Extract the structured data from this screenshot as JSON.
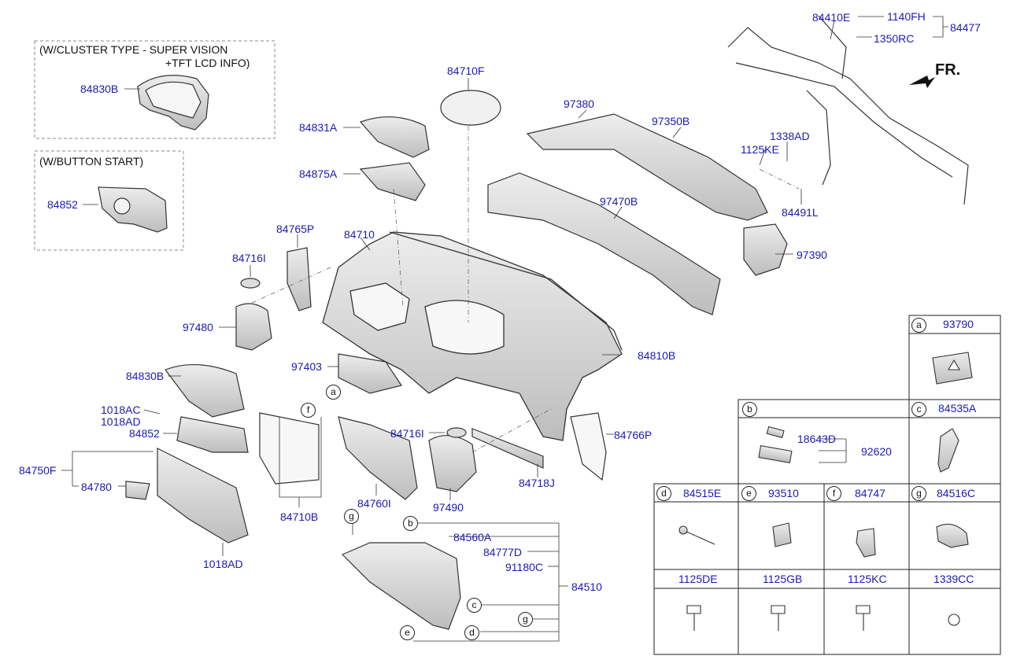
{
  "notes": {
    "cluster_type": "(W/CLUSTER TYPE - SUPER VISION",
    "cluster_type_2": "+TFT LCD INFO)",
    "button_start": "(W/BUTTON START)",
    "direction": "FR."
  },
  "labels": {
    "p84830B_top": "84830B",
    "p84852_top": "84852",
    "p84710F": "84710F",
    "p84831A": "84831A",
    "p84875A": "84875A",
    "p97380": "97380",
    "p97350B": "97350B",
    "p97470B": "97470B",
    "p97390": "97390",
    "p84410E": "84410E",
    "p1140FH": "1140FH",
    "p1350RC": "1350RC",
    "p84477": "84477",
    "p1338AD": "1338AD",
    "p1125KE": "1125KE",
    "p84491L": "84491L",
    "p84765P": "84765P",
    "p84710": "84710",
    "p84716I_top": "84716I",
    "p97480": "97480",
    "p97403": "97403",
    "p84810B": "84810B",
    "p84830B_mid": "84830B",
    "p1018AC": "1018AC",
    "p1018AD_mid": "1018AD",
    "p84852_mid": "84852",
    "p84750F": "84750F",
    "p84780": "84780",
    "p1018AD_bot": "1018AD",
    "p84710B": "84710B",
    "p84760I": "84760I",
    "p84716I_mid": "84716I",
    "p97490": "97490",
    "p84718J": "84718J",
    "p84766P": "84766P",
    "p84560A": "84560A",
    "p84777D": "84777D",
    "p91180C": "91180C",
    "p84510": "84510"
  },
  "callouts": {
    "a": "a",
    "b": "b",
    "c": "c",
    "d": "d",
    "e": "e",
    "f": "f",
    "g": "g"
  },
  "table": {
    "a": {
      "key": "a",
      "part": "93790"
    },
    "b": {
      "key": "b",
      "part": "",
      "sub1": "18643D",
      "sub2": "92620"
    },
    "c": {
      "key": "c",
      "part": "84535A"
    },
    "d": {
      "key": "d",
      "part": "84515E"
    },
    "e": {
      "key": "e",
      "part": "93510"
    },
    "f": {
      "key": "f",
      "part": "84747"
    },
    "g": {
      "key": "g",
      "part": "84516C"
    },
    "bolts": [
      "1125DE",
      "1125GB",
      "1125KC",
      "1339CC"
    ]
  }
}
